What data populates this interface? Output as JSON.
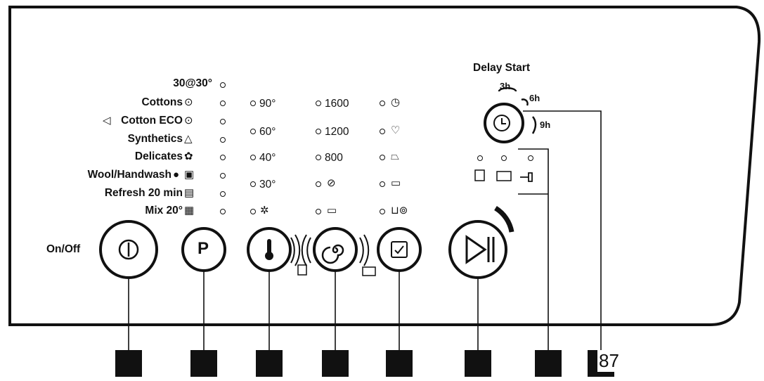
{
  "programmes": {
    "items": [
      {
        "label": "30@30°"
      },
      {
        "label": "Cottons"
      },
      {
        "label": "Cotton ECO"
      },
      {
        "label": "Synthetics"
      },
      {
        "label": "Delicates"
      },
      {
        "label": "Wool/Handwash"
      },
      {
        "label": "Refresh 20 min"
      },
      {
        "label": "Mix 20°"
      }
    ]
  },
  "temperature": {
    "options": [
      "90°",
      "60°",
      "40°",
      "30°"
    ]
  },
  "spin": {
    "options": [
      "1600",
      "1200",
      "800"
    ]
  },
  "delay": {
    "title": "Delay Start",
    "h3": "3h",
    "h6": "6h",
    "h9": "9h"
  },
  "buttons": {
    "onoff_label": "On/Off",
    "programme_label": "P"
  },
  "page": {
    "number": "87"
  },
  "icons": {
    "cottons": "shirt-icon",
    "cotton_eco": "eco-icon",
    "synthetics": "triangle-icon",
    "delicates": "flower-icon",
    "wool": "wool-icon",
    "refresh": "refresh-icon",
    "mix": "mix-icon",
    "cold": "snowflake-icon",
    "no_spin": "no-spin-icon",
    "rinse_hold": "rinse-hold-icon",
    "time_saver": "clock-icon",
    "stain": "stain-icon",
    "easy_iron": "iron-icon",
    "extra_rinse": "extra-rinse-icon",
    "drain_spin": "drain-spin-icon"
  }
}
